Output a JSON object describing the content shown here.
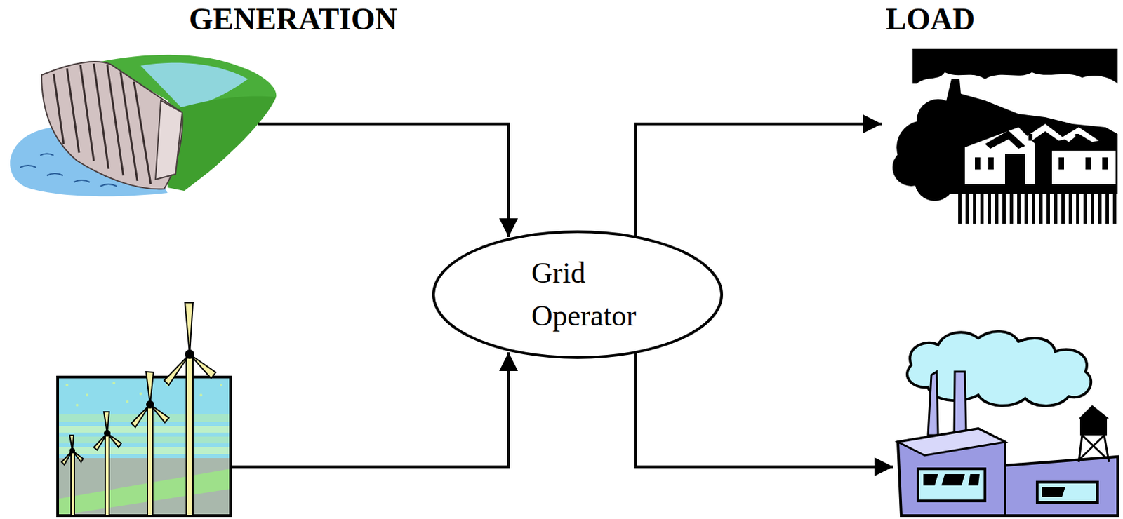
{
  "diagram": {
    "nodes": [
      {
        "text": [
          "Grid Operator"
        ]
      }
    ],
    "labels": [
      "GENERATION",
      "LOAD"
    ]
  }
}
